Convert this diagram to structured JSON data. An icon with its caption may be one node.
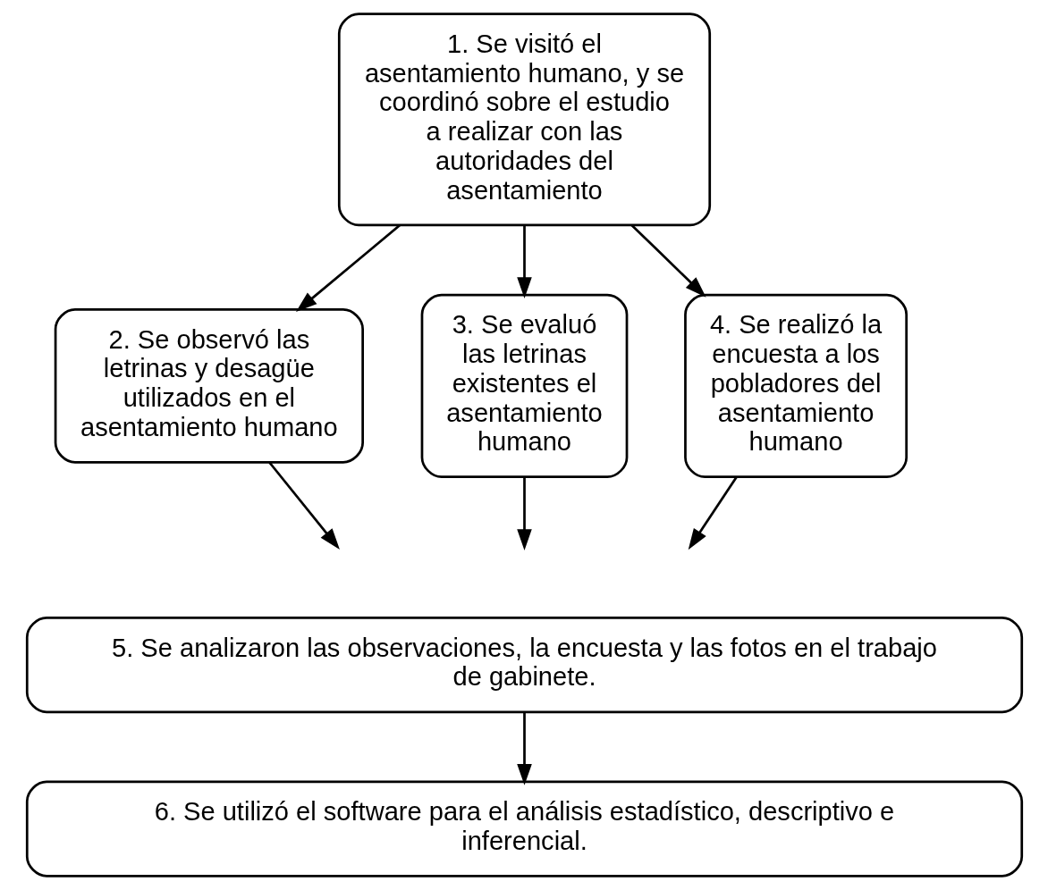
{
  "diagram": {
    "nodes": [
      {
        "text": [
          "1. Se visitó el asentamiento humano, y se coordinó sobre el estudio a realizar con las autoridades del asentamiento"
        ]
      },
      {
        "text": [
          "2. Se observó las letrinas y desagüe utilizados en el asentamiento humano"
        ]
      },
      {
        "text": [
          "3. Se evaluó las letrinas existentes el asentamiento humano"
        ]
      },
      {
        "text": [
          "4. Se realizó la encuesta a los pobladores del asentamiento humano"
        ]
      },
      {
        "text": [
          "5. Se analizaron las observaciones, la encuesta y las fotos en el trabajo de gabinete."
        ]
      },
      {
        "text": [
          "6. Se utilizó el software para el análisis estadístico, descriptivo e inferencial."
        ]
      }
    ],
    "edges": [
      {
        "from": 0,
        "to": 1,
        "arrow": "to"
      },
      {
        "from": 0,
        "to": 2,
        "arrow": "to"
      },
      {
        "from": 0,
        "to": 3,
        "arrow": "to"
      },
      {
        "from": 1,
        "to": null,
        "arrow": "to"
      },
      {
        "from": 2,
        "to": null,
        "arrow": "to"
      },
      {
        "from": 3,
        "to": null,
        "arrow": "to"
      },
      {
        "from": 4,
        "to": 5,
        "arrow": "to"
      }
    ]
  }
}
